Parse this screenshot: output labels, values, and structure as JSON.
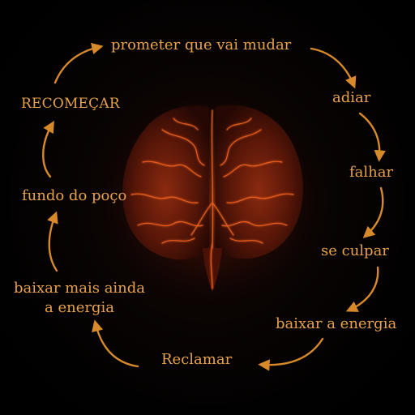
{
  "colors": {
    "label": "#e8a24a",
    "arrow": "#d88a2a",
    "brain_glow": "#ff5a14",
    "background": "#000000"
  },
  "center_icon": "glowing-brain-icon",
  "cycle": [
    {
      "id": "prometer",
      "label": "prometer que vai mudar"
    },
    {
      "id": "adiar",
      "label": "adiar"
    },
    {
      "id": "falhar",
      "label": "falhar"
    },
    {
      "id": "culpar",
      "label": "se culpar"
    },
    {
      "id": "baixar-energia",
      "label": "baixar a energia"
    },
    {
      "id": "reclamar",
      "label": "Reclamar"
    },
    {
      "id": "baixar-mais",
      "label": "baixar mais ainda a energia"
    },
    {
      "id": "fundo",
      "label": "fundo do poço"
    },
    {
      "id": "recomecar",
      "label": "RECOMEÇAR"
    }
  ]
}
